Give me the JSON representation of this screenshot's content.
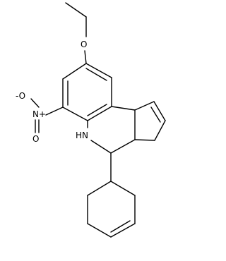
{
  "structure": {
    "atom_labels": {
      "ether_oxygen": "O",
      "nitro_oxygen_minus": "-O",
      "nitro_nitrogen_plus": "N+",
      "nitro_oxygen_double": "O",
      "amine": "HN"
    }
  },
  "colors": {
    "ink": "#000000",
    "background": "#ffffff"
  }
}
